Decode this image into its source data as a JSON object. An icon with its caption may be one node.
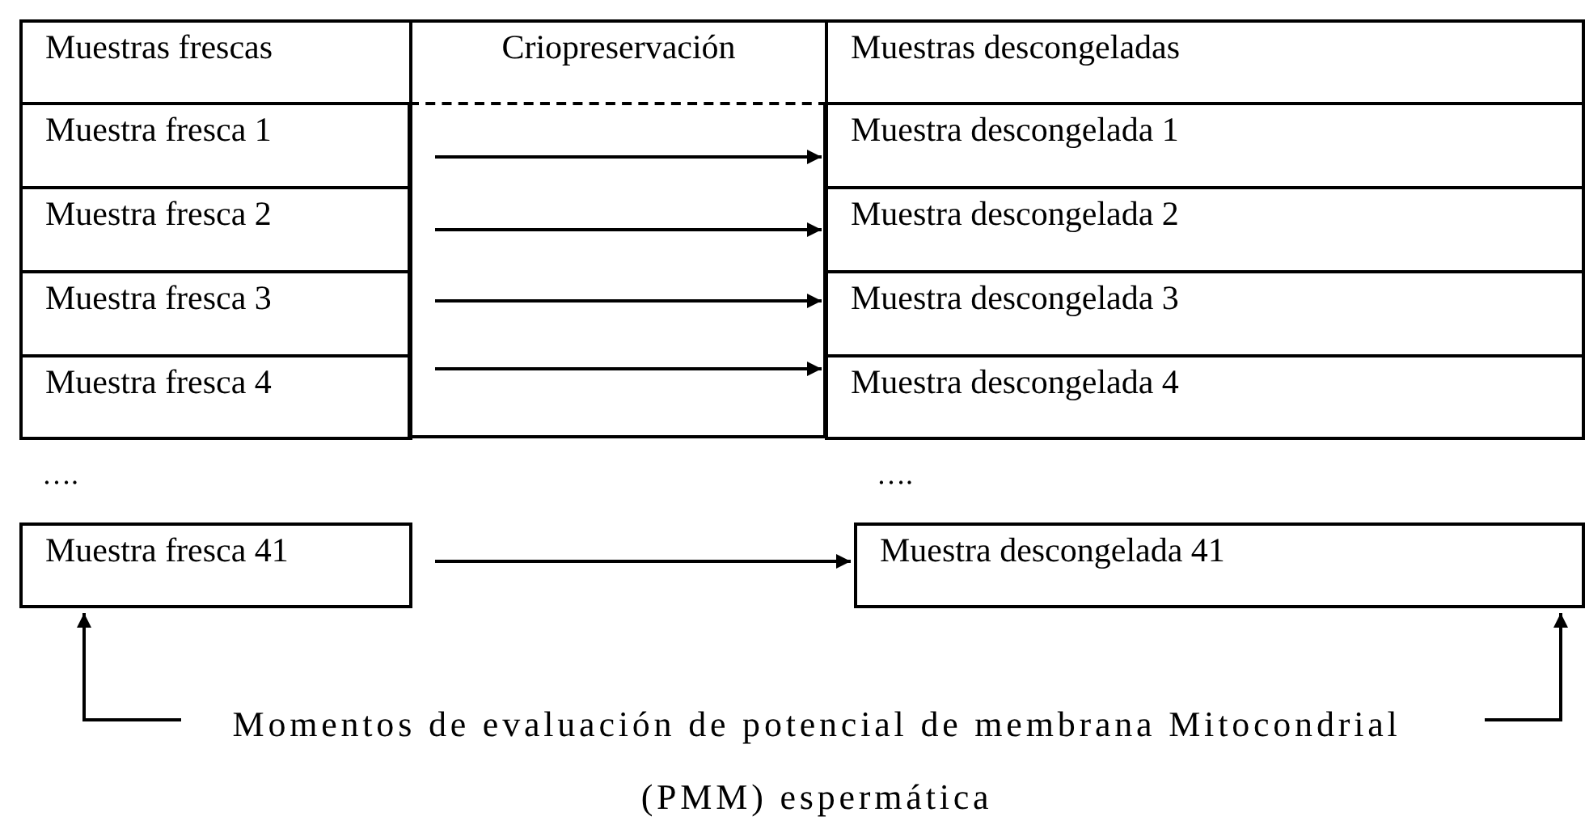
{
  "diagram": {
    "nodes": [
      {
        "text": [
          "Muestras frescas"
        ]
      },
      {
        "text": [
          "Criopreservación"
        ]
      },
      {
        "text": [
          "Muestras descongeladas"
        ]
      },
      {
        "text": [
          "Muestra fresca 1"
        ]
      },
      {
        "text": [
          "Muestra descongelada 1"
        ]
      },
      {
        "text": [
          "Muestra fresca 2"
        ]
      },
      {
        "text": [
          "Muestra descongelada 2"
        ]
      },
      {
        "text": [
          "Muestra fresca 3"
        ]
      },
      {
        "text": [
          "Muestra descongelada 3"
        ]
      },
      {
        "text": [
          "Muestra fresca 4"
        ]
      },
      {
        "text": [
          "Muestra descongelada 4"
        ]
      },
      {
        "text": [
          "Muestra fresca 41"
        ]
      },
      {
        "text": [
          "Muestra descongelada 41"
        ]
      },
      {
        "text": [
          "Momentos de evaluación de potencial de membrana Mitocondrial (PMM) espermática"
        ]
      }
    ],
    "edges": [
      {
        "from": 3,
        "to": 4,
        "arrow": "to"
      },
      {
        "from": 5,
        "to": 6,
        "arrow": "to"
      },
      {
        "from": 7,
        "to": 8,
        "arrow": "to"
      },
      {
        "from": 9,
        "to": 10,
        "arrow": "to"
      },
      {
        "from": 11,
        "to": 12,
        "arrow": "to"
      },
      {
        "from": 13,
        "to": 11,
        "arrow": "to"
      },
      {
        "from": 13,
        "to": 12,
        "arrow": "to"
      }
    ],
    "labels": [
      "….",
      "…."
    ]
  }
}
